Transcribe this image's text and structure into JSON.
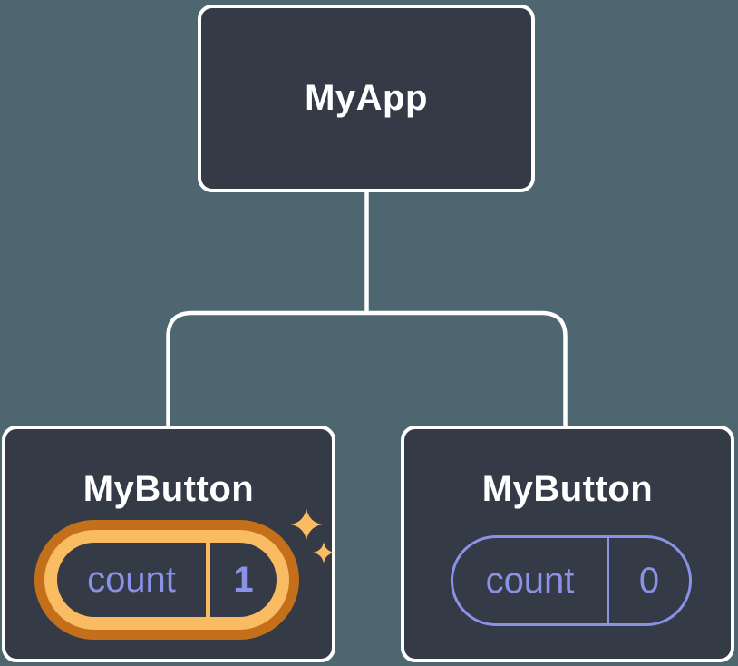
{
  "colors": {
    "bg": "#4D6670",
    "node-fill": "#343B47",
    "node-border": "#ffffff",
    "connector": "#ffffff",
    "accent-lavender": "#8A92E8",
    "accent-orange-dark": "#C4701B",
    "accent-orange-light": "#F9BC63"
  },
  "diagram": {
    "root": {
      "label": "MyApp"
    },
    "children": [
      {
        "label": "MyButton",
        "state_name": "count",
        "state_value": "1",
        "highlighted": true,
        "icon": "sparkles-icon"
      },
      {
        "label": "MyButton",
        "state_name": "count",
        "state_value": "0",
        "highlighted": false
      }
    ]
  }
}
